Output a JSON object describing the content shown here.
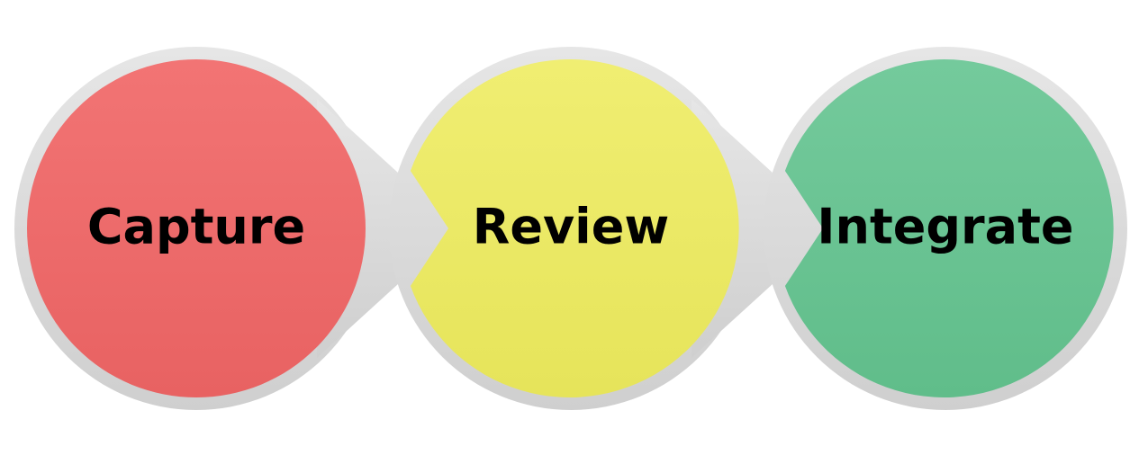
{
  "diagram": {
    "steps": [
      {
        "label": "Capture",
        "color": "#ef6e6e"
      },
      {
        "label": "Review",
        "color": "#eeec6e"
      },
      {
        "label": "Integrate",
        "color": "#6fc898"
      }
    ],
    "connector": "arrow",
    "ring_color": "#dcdcdc"
  }
}
